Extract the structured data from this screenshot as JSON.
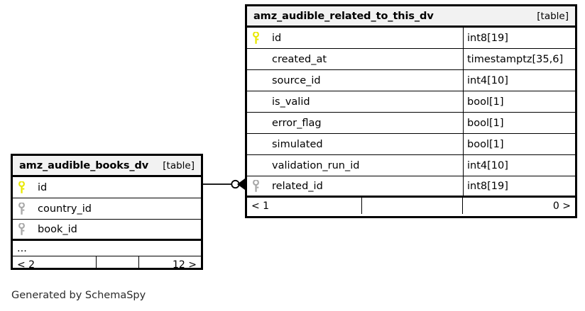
{
  "diagram": {
    "kind_label": "[table]",
    "caption": "Generated by SchemaSpy",
    "colors": {
      "primary_key": "#e8e800",
      "foreign_key": "#a0a0a0",
      "header_background": "#f2f2f2",
      "border": "#000000",
      "background": "#ffffff"
    }
  },
  "tables": [
    {
      "id": "amz_audible_books_dv",
      "name": "amz_audible_books_dv",
      "kind": "[table]",
      "columns": [
        {
          "name": "id",
          "type": "",
          "key": "primary"
        },
        {
          "name": "country_id",
          "type": "",
          "key": "foreign"
        },
        {
          "name": "book_id",
          "type": "",
          "key": "foreign"
        }
      ],
      "more_indicator": "...",
      "footer": {
        "left": "< 2",
        "middle": "",
        "right": "12 >"
      }
    },
    {
      "id": "amz_audible_related_to_this_dv",
      "name": "amz_audible_related_to_this_dv",
      "kind": "[table]",
      "columns": [
        {
          "name": "id",
          "type": "int8[19]",
          "key": "primary"
        },
        {
          "name": "created_at",
          "type": "timestamptz[35,6]",
          "key": "none"
        },
        {
          "name": "source_id",
          "type": "int4[10]",
          "key": "none"
        },
        {
          "name": "is_valid",
          "type": "bool[1]",
          "key": "none"
        },
        {
          "name": "error_flag",
          "type": "bool[1]",
          "key": "none"
        },
        {
          "name": "simulated",
          "type": "bool[1]",
          "key": "none"
        },
        {
          "name": "validation_run_id",
          "type": "int4[10]",
          "key": "none"
        },
        {
          "name": "related_id",
          "type": "int8[19]",
          "key": "foreign"
        }
      ],
      "more_indicator": "",
      "footer": {
        "left": "< 1",
        "middle": "",
        "right": "0 >"
      }
    }
  ],
  "relationship": {
    "from_table": "amz_audible_books_dv",
    "from_column": "id",
    "to_table": "amz_audible_related_to_this_dv",
    "to_column": "related_id",
    "from_cardinality": "zero-or-one",
    "to_cardinality": "many"
  }
}
